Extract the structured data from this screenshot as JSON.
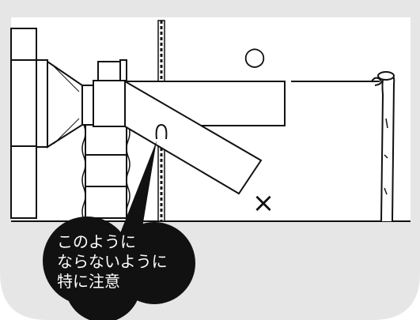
{
  "symbols": {
    "correct": "○",
    "incorrect": "×"
  },
  "callout": {
    "lines": [
      "このように",
      "ならないように",
      "特に注意"
    ]
  },
  "colors": {
    "panel": "#e6e6e6",
    "ink": "#111111",
    "bubble": "#111111",
    "bubble_text": "#ffffff",
    "paper": "#ffffff"
  }
}
